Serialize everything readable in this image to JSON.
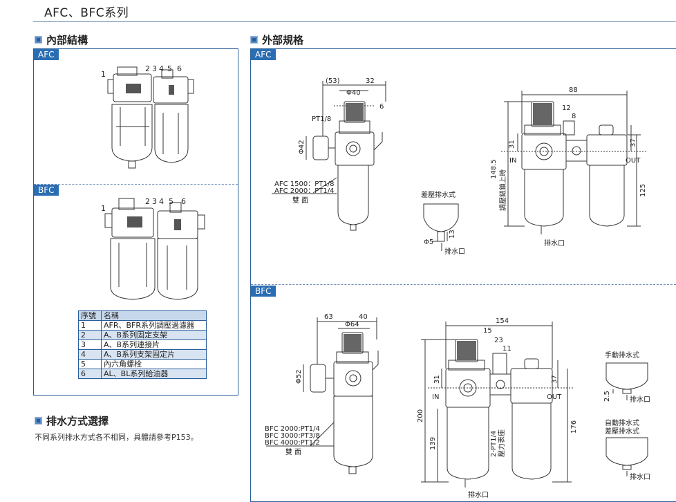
{
  "page_title": "AFC、BFC系列",
  "sections": {
    "internal": "內部結構",
    "external": "外部規格",
    "drain": "排水方式選擇"
  },
  "tags": {
    "afc": "AFC",
    "bfc": "BFC"
  },
  "drain_desc": "不同系列排水方式各不相同，具體請參考P153。",
  "parts_table": {
    "headers": [
      "序號",
      "名稱"
    ],
    "rows": [
      [
        "1",
        "AFR、BFR系列調壓過濾器"
      ],
      [
        "2",
        "A、B系列固定支架"
      ],
      [
        "3",
        "A、B系列連接片"
      ],
      [
        "4",
        "A、B系列支架固定片"
      ],
      [
        "5",
        "內六角螺栓"
      ],
      [
        "6",
        "AL、BL系列給油器"
      ]
    ]
  },
  "callouts": [
    "1",
    "2",
    "3",
    "4",
    "5",
    "6"
  ],
  "afc_dims": {
    "d53": "(53)",
    "d32": "32",
    "d40": "Φ40",
    "d6": "6",
    "pt18": "PT1/8",
    "d42": "Φ42",
    "afc1500": "AFC 1500：PT1/8",
    "afc2000": "AFC 2000：PT1/4",
    "both_sides": "雙 面",
    "d88": "88",
    "d12": "12",
    "d8": "8",
    "d31": "31",
    "d37": "37",
    "in": "IN",
    "out": "OUT",
    "d1485": "148.5",
    "adjust": "調壓鈕鎖上時",
    "d125": "125",
    "diff_drain": "差壓排水式",
    "d5": "Φ5",
    "d13": "13",
    "drain_port": "排水口"
  },
  "bfc_dims": {
    "d63": "63",
    "d40": "40",
    "d64": "Φ64",
    "d52": "Φ52",
    "bfc2000": "BFC 2000:PT1/4",
    "bfc3000": "BFC 3000:PT3/8",
    "bfc4000": "BFC 4000:PT1/2",
    "both_sides": "雙 面",
    "d154": "154",
    "d15": "15",
    "d23": "23",
    "d11": "11",
    "d31": "31",
    "d37": "37",
    "in": "IN",
    "out": "OUT",
    "d200": "200",
    "d139": "139",
    "gauge": "2-PT1/4",
    "gauge_port": "壓力表座",
    "d176": "176",
    "manual_drain": "手動排水式",
    "d25": "2.5",
    "auto_drain": "自動排水式",
    "diff_drain": "差壓排水式",
    "drain_port": "排水口"
  }
}
